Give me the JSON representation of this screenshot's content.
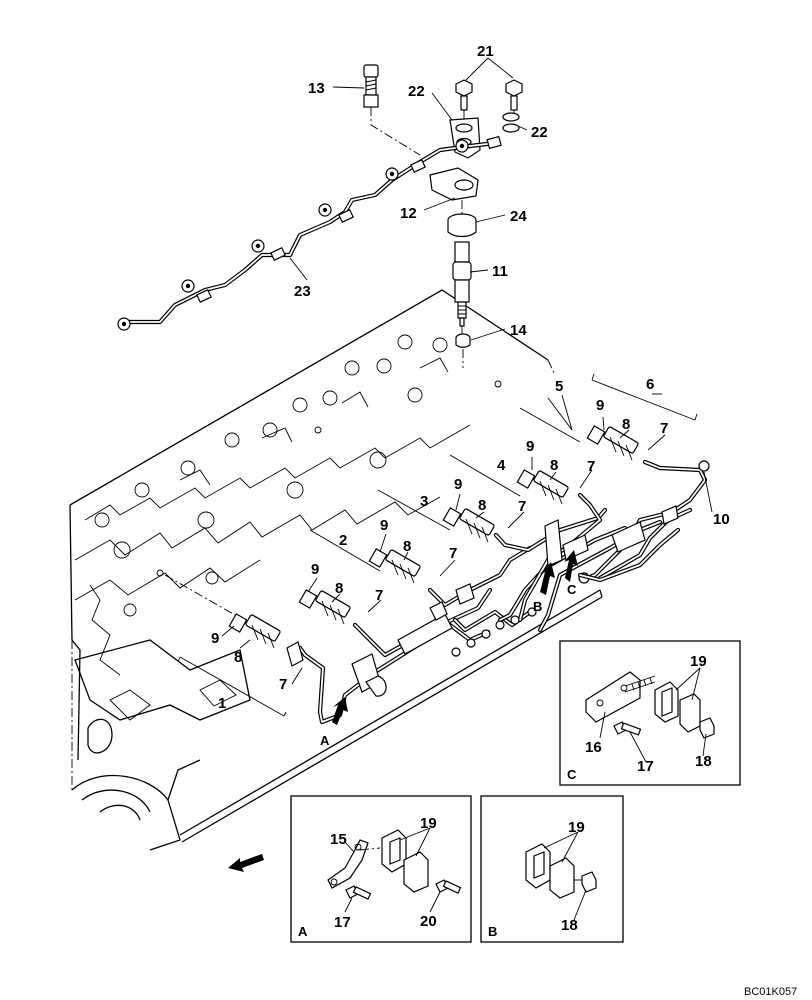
{
  "drawing_code": "BC01K057",
  "callouts": {
    "n1": "1",
    "n2": "2",
    "n3": "3",
    "n4": "4",
    "n5": "5",
    "n6": "6",
    "n7": "7",
    "n8": "8",
    "n9": "9",
    "n10": "10",
    "n11": "11",
    "n12": "12",
    "n13": "13",
    "n14": "14",
    "n15": "15",
    "n16": "16",
    "n17": "17",
    "n18": "18",
    "n19": "19",
    "n20": "20",
    "n21": "21",
    "n22": "22",
    "n23": "23",
    "n24": "24"
  },
  "view_letters": {
    "a": "A",
    "b": "B",
    "c": "C"
  },
  "icons": {
    "front_arrow": "direction-arrow-icon"
  }
}
